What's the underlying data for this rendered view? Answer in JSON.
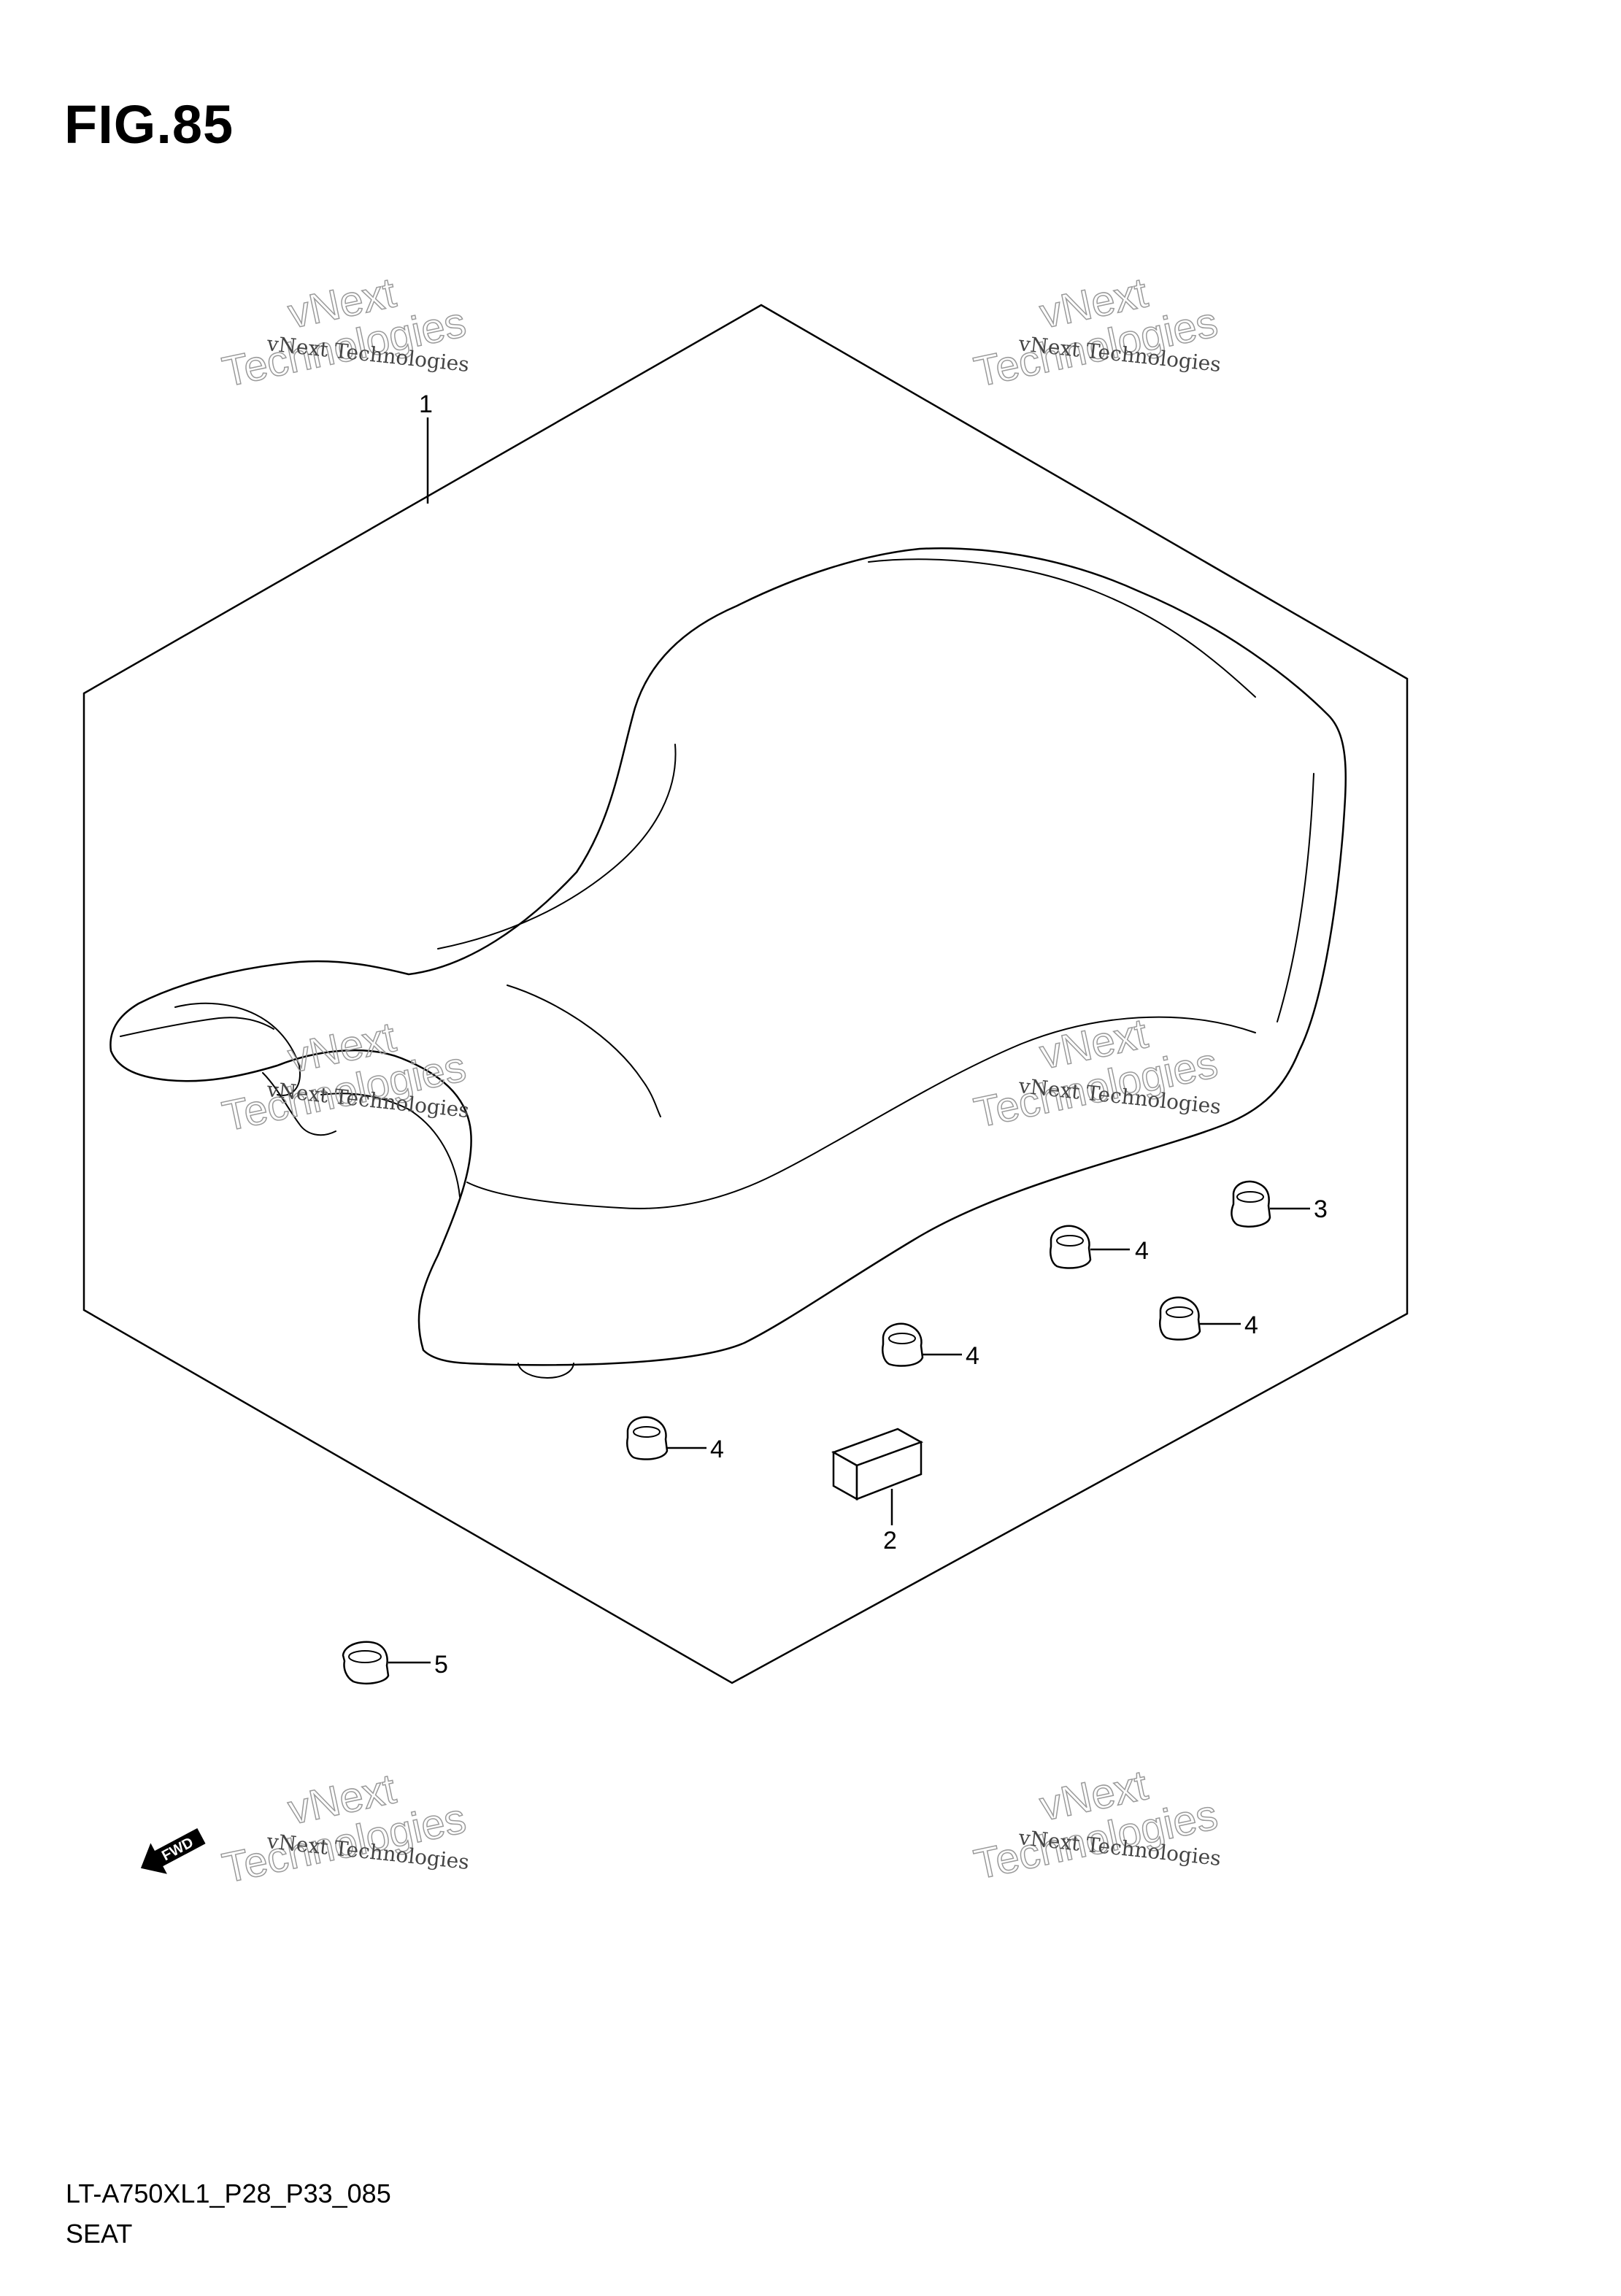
{
  "figure": {
    "title": "FIG.85",
    "model_code": "LT-A750XL1_P28_P33_085",
    "section_name": "SEAT"
  },
  "callouts": {
    "c1": "1",
    "c2": "2",
    "c3": "3",
    "c4a": "4",
    "c4b": "4",
    "c4c": "4",
    "c4d": "4",
    "c5": "5"
  },
  "watermark": {
    "line1": "vNext",
    "line2": "Technologies",
    "small": "vNext Technologies"
  },
  "fwd_arrow": {
    "label": "FWD"
  },
  "colors": {
    "line": "#000000",
    "background": "#ffffff",
    "watermark": "#9a9a9a"
  }
}
